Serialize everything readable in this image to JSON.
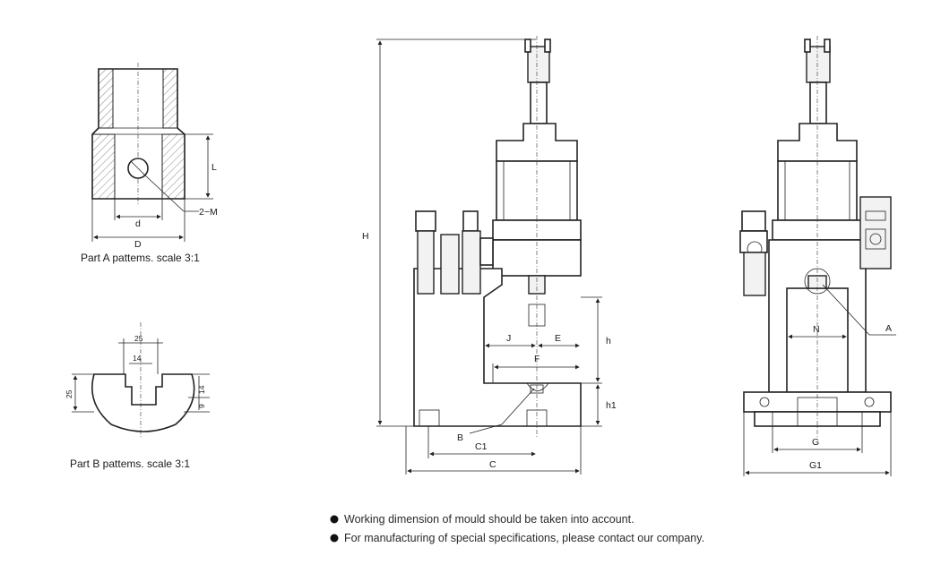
{
  "part_a": {
    "caption": "Part A pattems. scale 3:1",
    "labels": {
      "L": "L",
      "d": "d",
      "D": "D",
      "m": "2−M"
    }
  },
  "part_b": {
    "caption": "Part B pattems. scale 3:1",
    "labels": {
      "top_width": "25",
      "slot_width": "14",
      "left_height": "25",
      "right_upper": "14",
      "right_lower": "9"
    }
  },
  "side_view": {
    "labels": {
      "H": "H",
      "h": "h",
      "h1": "h1",
      "J": "J",
      "E": "E",
      "F": "F",
      "B": "B",
      "C1": "C1",
      "C": "C"
    }
  },
  "front_view": {
    "labels": {
      "A": "A",
      "N": "N",
      "G": "G",
      "G1": "G1"
    }
  },
  "notes": [
    "Working dimension of mould should be taken into account.",
    "For manufacturing of special specifications, please contact our company."
  ]
}
